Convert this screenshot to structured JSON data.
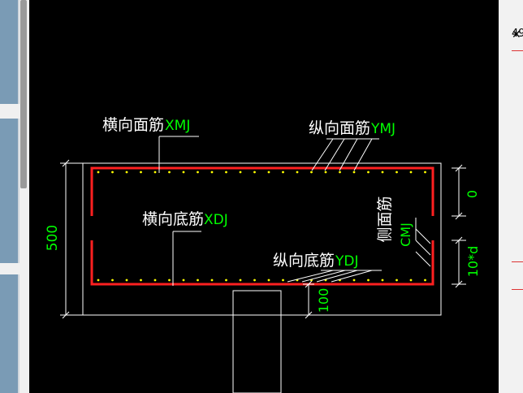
{
  "drawing": {
    "label_xmj_cn": "横向面筋",
    "label_xmj_code": "XMJ",
    "label_ymj_cn": "纵向面筋",
    "label_ymj_code": "YMJ",
    "label_xdj_cn": "横向底筋",
    "label_xdj_code": "XDJ",
    "label_ydj_cn": "纵向底筋",
    "label_ydj_code": "YDJ",
    "label_cmj_cn": "侧面筋",
    "label_cmj_code": "CMJ",
    "dim_height": "500",
    "dim_top": "0",
    "dim_side": "10*d",
    "dim_bottom": "100"
  },
  "right_panel": {
    "top_text": "49",
    "icon": "plus-cross-icon"
  },
  "colors": {
    "background": "#000000",
    "line": "#ffffff",
    "dim_text": "#00ff00",
    "rebar": "#ff0000",
    "dots": "#ffff00",
    "leader_text": "#ffffff"
  }
}
